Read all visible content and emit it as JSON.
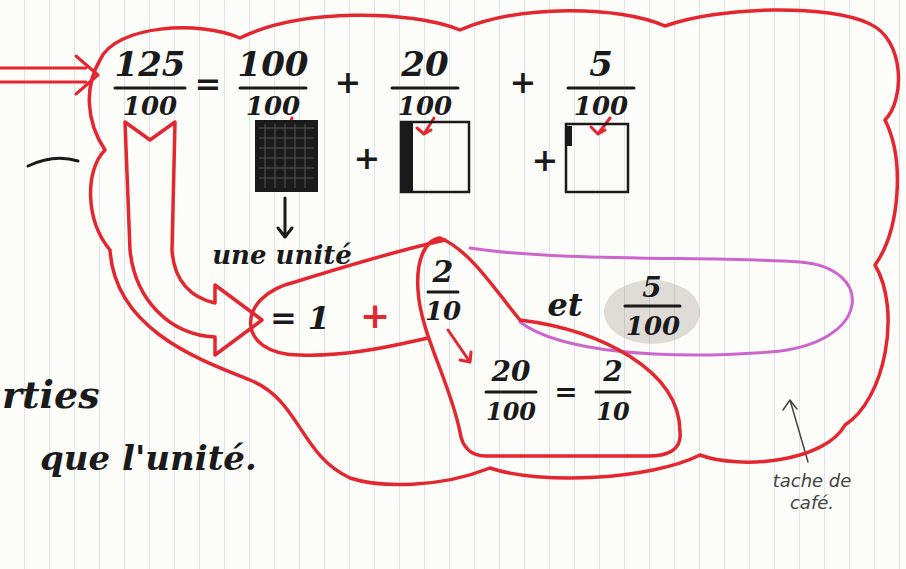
{
  "diagram": {
    "nodes": [
      {
        "text": [
          "125",
          "100",
          "=",
          "100",
          "100",
          "+",
          "20",
          "100",
          "+",
          "5",
          "100",
          "+",
          "+",
          "une unité"
        ]
      },
      {
        "text": [
          "= 1",
          "+",
          "et",
          "5",
          "100"
        ],
        "in": 0
      },
      {
        "text": [
          "2",
          "10",
          "20",
          "100",
          "=",
          "2",
          "10"
        ],
        "in": 1
      }
    ],
    "labels": [
      "rties",
      "que l'unité.",
      "tache de café."
    ]
  }
}
